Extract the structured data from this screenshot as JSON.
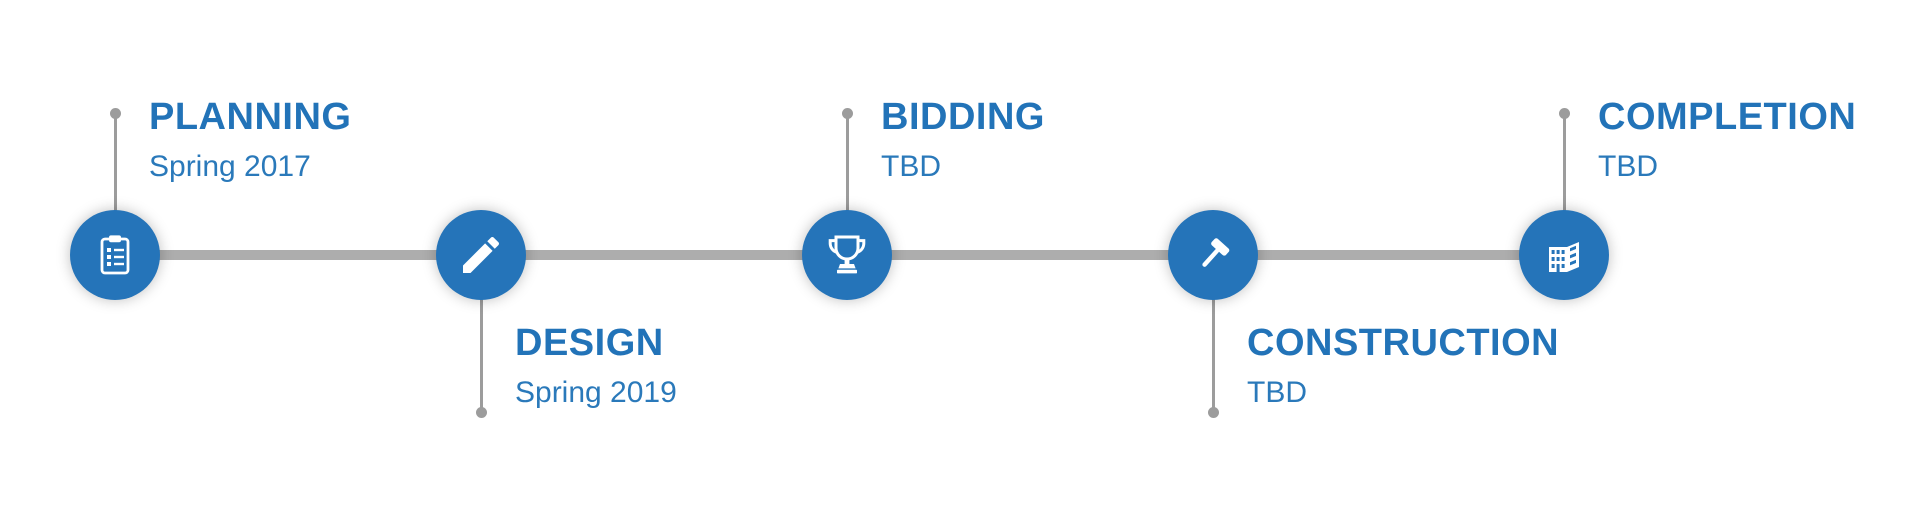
{
  "timeline": {
    "title": "project-phase-timeline",
    "phases": [
      {
        "name": "PLANNING",
        "date": "Spring 2017",
        "icon": "clipboard-checklist-icon",
        "label_position": "above"
      },
      {
        "name": "DESIGN",
        "date": "Spring 2019",
        "icon": "pencil-icon",
        "label_position": "below"
      },
      {
        "name": "BIDDING",
        "date": "TBD",
        "icon": "trophy-icon",
        "label_position": "above"
      },
      {
        "name": "CONSTRUCTION",
        "date": "TBD",
        "icon": "hammer-icon",
        "label_position": "below"
      },
      {
        "name": "COMPLETION",
        "date": "TBD",
        "icon": "building-icon",
        "label_position": "above"
      }
    ],
    "colors": {
      "accent_blue": "#2574b9",
      "text_blue": "#2273b8",
      "bar_gray": "#adadad",
      "stem_gray": "#9c9c9c",
      "background": "#ffffff"
    }
  }
}
